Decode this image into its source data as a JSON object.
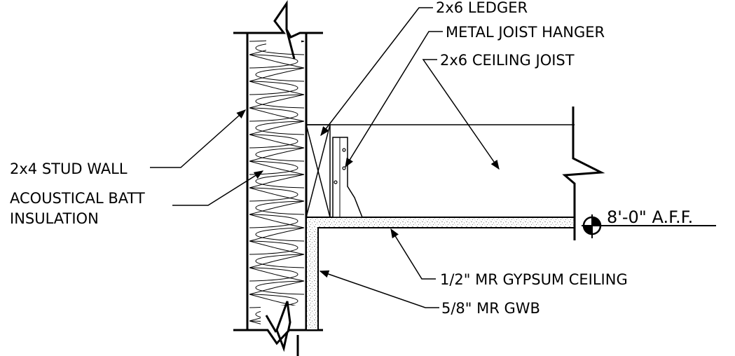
{
  "labels": {
    "ledger": "2x6 LEDGER",
    "hanger": "METAL JOIST HANGER",
    "joist": "2x6 CEILING JOIST",
    "stud_wall": "2x4 STUD WALL",
    "insulation_line1": "ACOUSTICAL BATT",
    "insulation_line2": "INSULATION",
    "elevation": "8'-0\" A.F.F.",
    "ceiling": "1/2\" MR GYPSUM CEILING",
    "gwb": "5/8\" MR GWB"
  },
  "colors": {
    "ink": "#000000",
    "background": "#ffffff",
    "stipple": "#8a8a8a"
  }
}
